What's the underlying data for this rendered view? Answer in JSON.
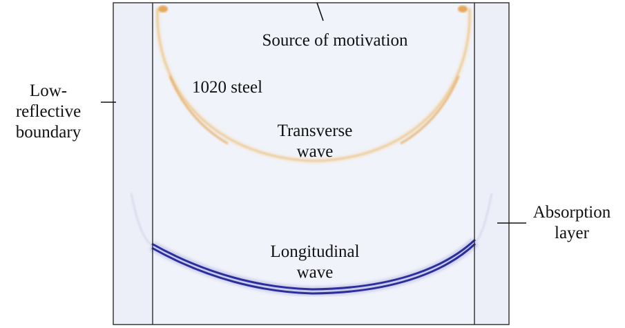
{
  "labels": {
    "source": "Source of motivation",
    "material": "1020 steel",
    "transverse": [
      "Transverse",
      "wave"
    ],
    "longitudinal": [
      "Longitudinal",
      "wave"
    ],
    "boundary": [
      "Low-",
      "reflective",
      "boundary"
    ],
    "absorption": [
      "Absorption",
      "layer"
    ]
  },
  "colors": {
    "domain_fill": "#f1f3fa",
    "frame": "#2b2b2b",
    "transverse_wave": "#e7b56a",
    "longitudinal_wave": "#2b2e9c"
  }
}
